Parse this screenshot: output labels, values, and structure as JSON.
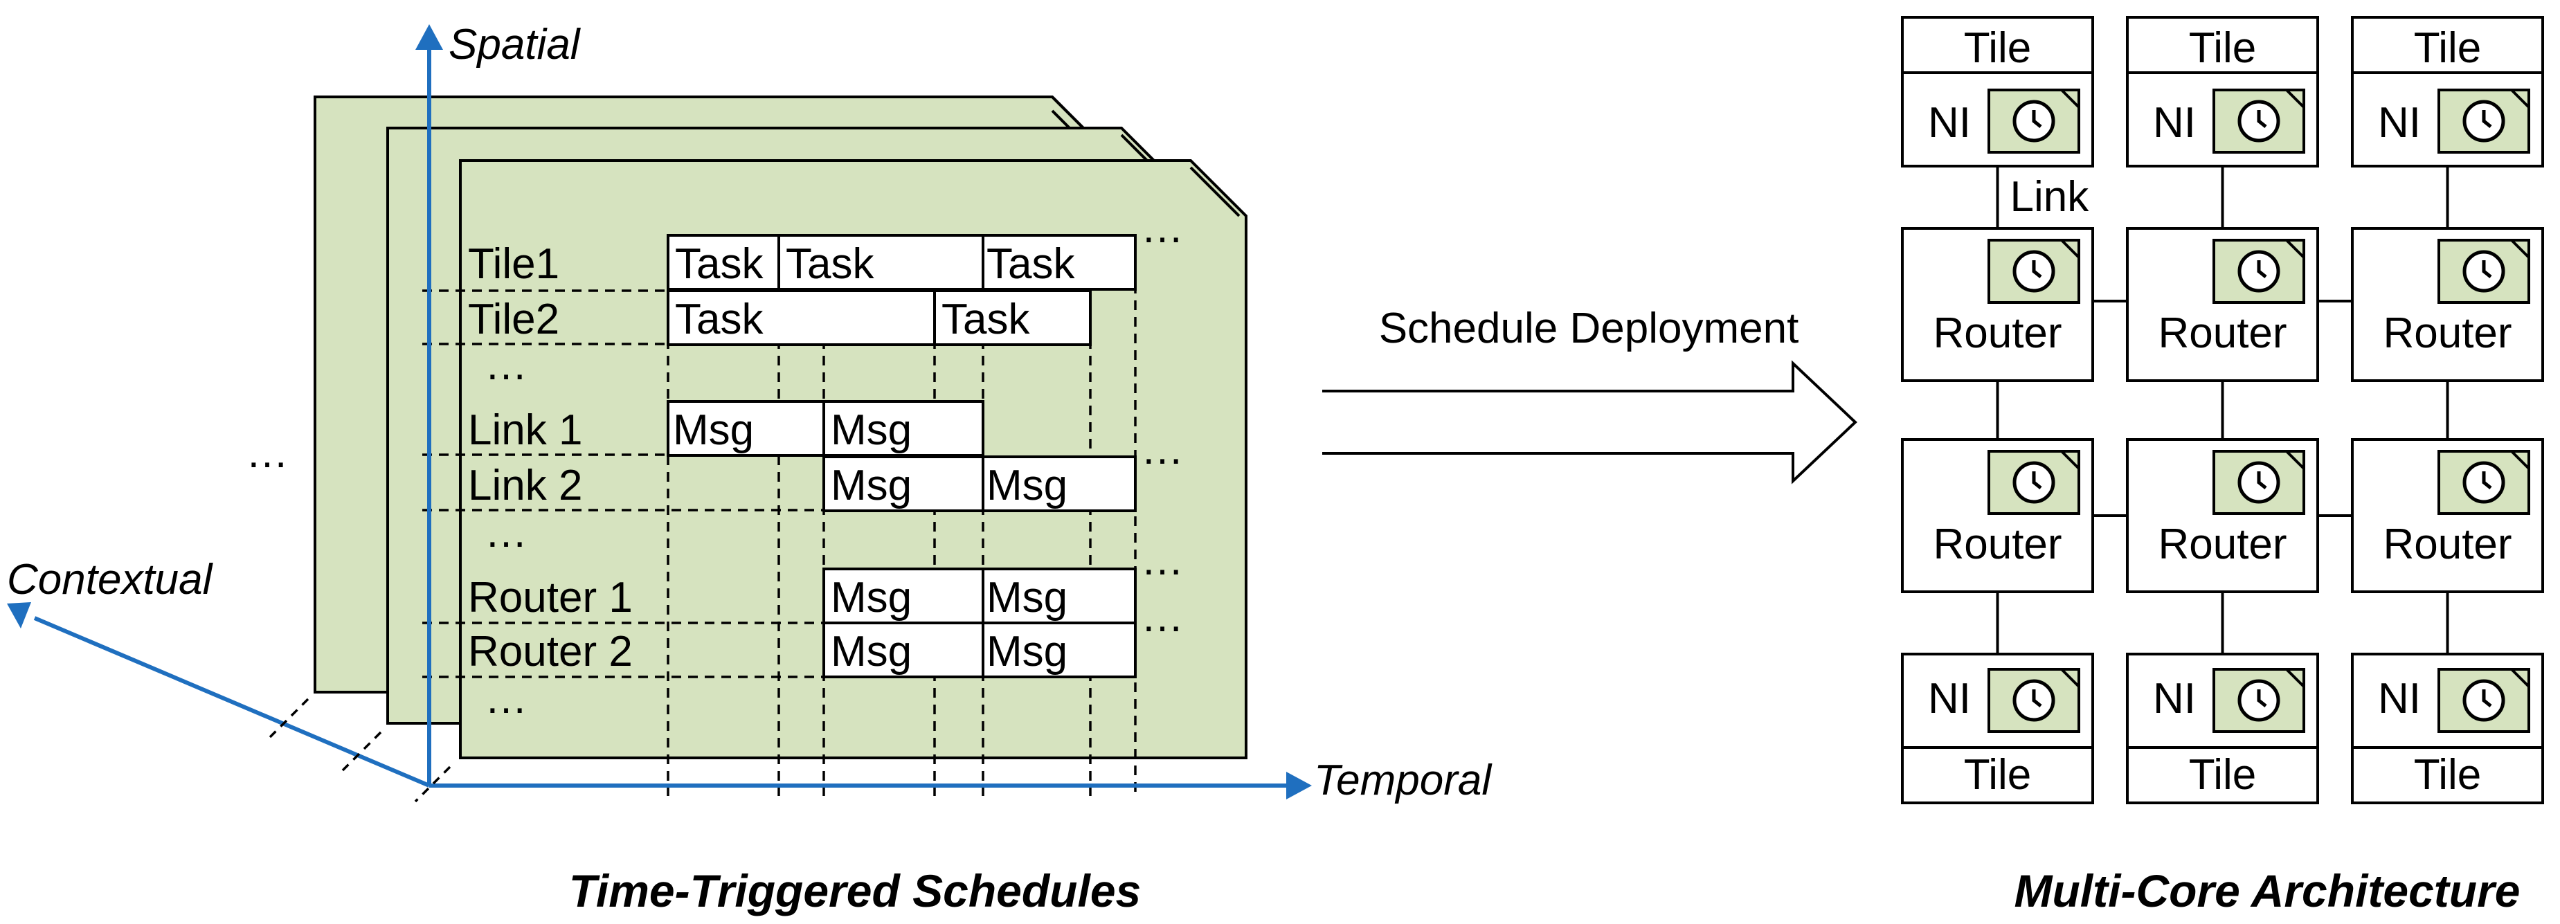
{
  "colors": {
    "frame_fill": "#d6e3bf",
    "axis": "#1f6fbf",
    "line": "#000000",
    "box_fill": "#ffffff"
  },
  "axes": {
    "spatial": "Spatial",
    "temporal": "Temporal",
    "contextual": "Contextual"
  },
  "schedule": {
    "rows": [
      "Tile1",
      "Tile2",
      "…",
      "Link 1",
      "Link 2",
      "…",
      "Router 1",
      "Router 2",
      "…"
    ],
    "task_label": "Task",
    "msg_label": "Msg",
    "ellipsis": "…",
    "caption": "Time-Triggered Schedules"
  },
  "arrow": {
    "label": "Schedule Deployment"
  },
  "architecture": {
    "tile_label": "Tile",
    "ni_label": "NI",
    "router_label": "Router",
    "link_label": "Link",
    "clock_icon": "clock-icon",
    "caption": "Multi-Core Architecture"
  }
}
